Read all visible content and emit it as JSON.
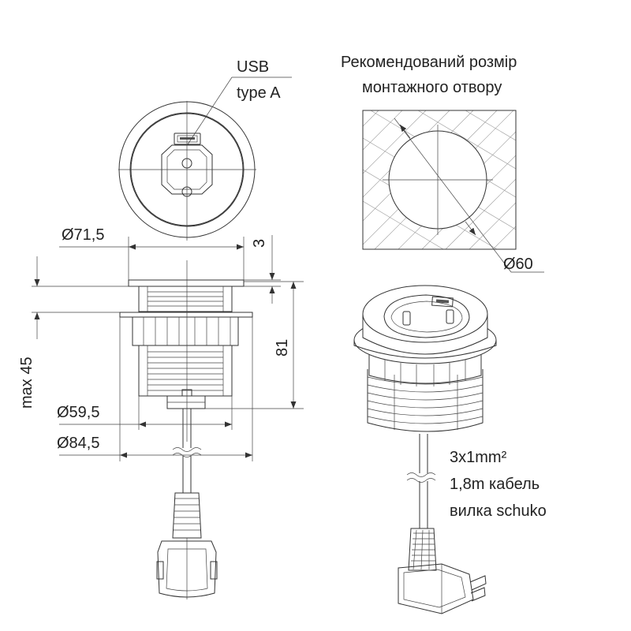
{
  "labels": {
    "usb_line1": "USB",
    "usb_line2": "type A",
    "hole_title_line1": "Рекомендований розмір",
    "hole_title_line2": "монтажного отвору",
    "dim_d71": "Ø71,5",
    "dim_3": "3",
    "dim_81": "81",
    "dim_max45": "max 45",
    "dim_d59": "Ø59,5",
    "dim_d84": "Ø84,5",
    "dim_d60": "Ø60",
    "cable_line1": "3x1mm²",
    "cable_line2": "1,8m кабель",
    "cable_line3": "вилка schuko"
  },
  "icons": [
    "usb-port-icon",
    "schuko-socket-icon",
    "schuko-plug-icon",
    "cable-break-icon"
  ]
}
